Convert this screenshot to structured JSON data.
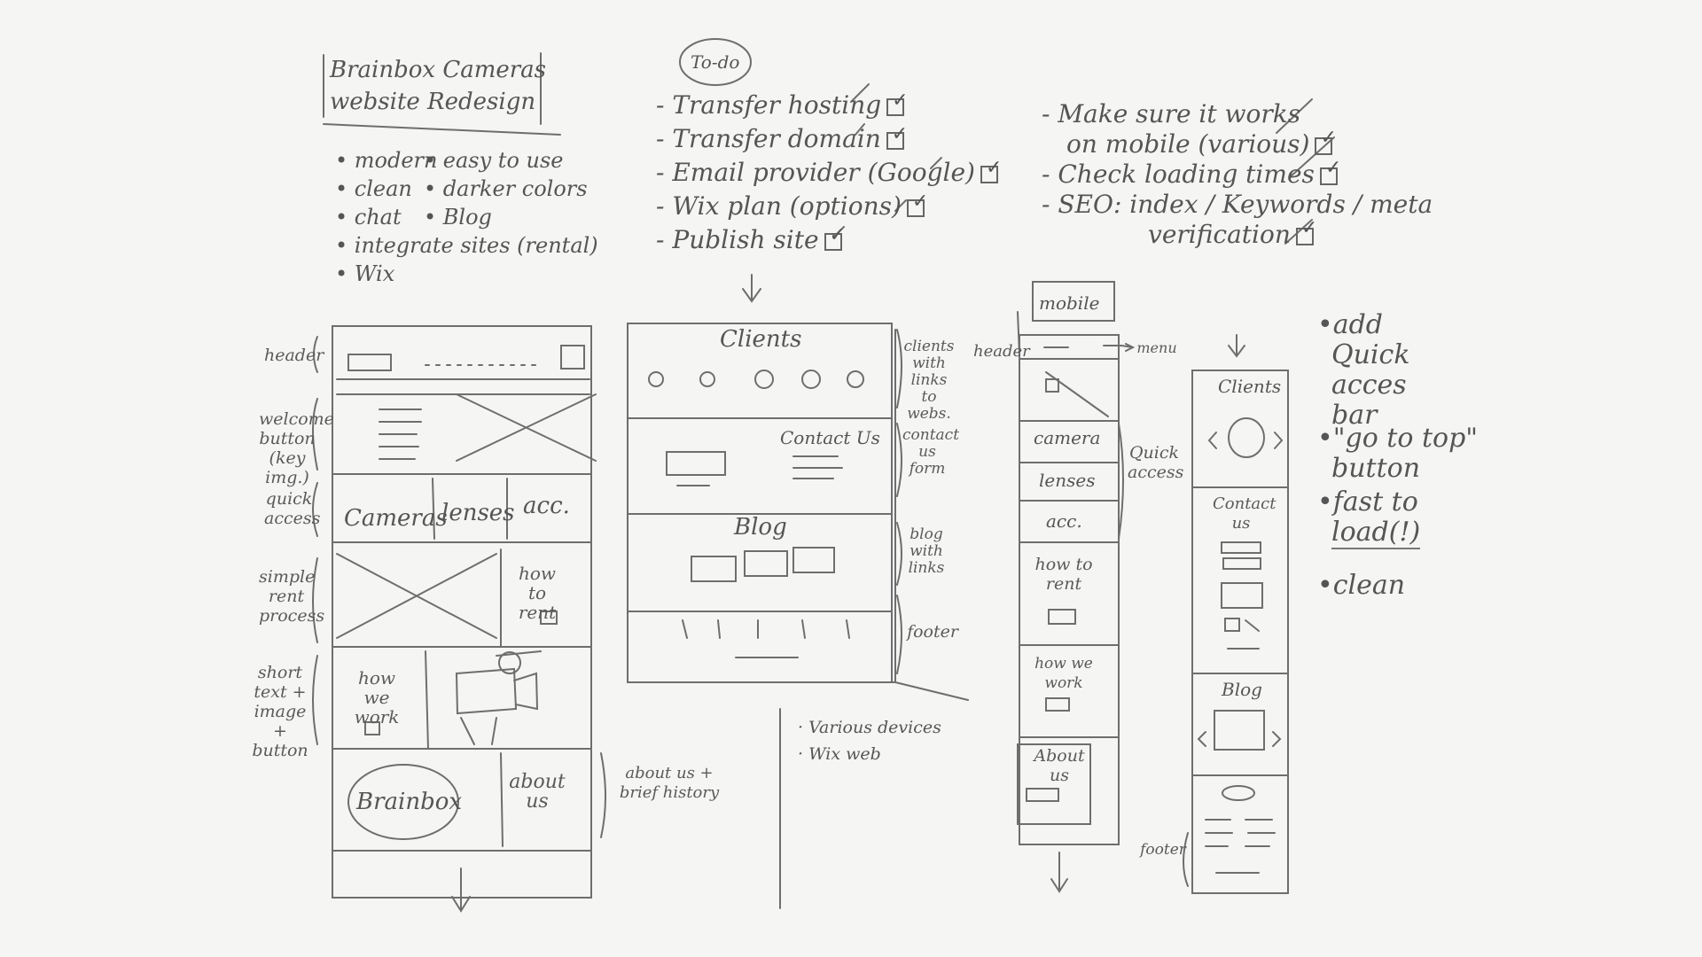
{
  "title_box": {
    "line1": "Brainbox Cameras",
    "line2": "website Redesign"
  },
  "goals": {
    "col1": [
      "• modern",
      "• clean",
      "• chat",
      "• integrate sites (rental)",
      "• Wix"
    ],
    "col2": [
      "• easy to use",
      "• darker colors",
      "• Blog"
    ]
  },
  "todo": {
    "heading": "To-do",
    "items": [
      "- Transfer hosting",
      "- Transfer domain",
      "- Email provider (Google)",
      "- Wix plan (options)",
      "- Publish site"
    ]
  },
  "checks_list": {
    "items": [
      "- Make sure it works",
      "on mobile (various)",
      "- Check loading times",
      "- SEO: index / Keywords / meta",
      "verification"
    ]
  },
  "desktop_wireframe": {
    "side_labels": [
      "header",
      "welcome button (key img.)",
      "quick access",
      "simple rent process",
      "short text + image + button"
    ],
    "quick_access": [
      "Cameras",
      "lenses",
      "acc."
    ],
    "how_to_rent": "how to rent",
    "how_we_work": "how we work",
    "logo_text": "Brainbox",
    "about_us": "about us",
    "about_note": "about us + brief history"
  },
  "desktop_wireframe_2": {
    "clients": "Clients",
    "clients_note": "clients with links to webs.",
    "contact_us": "Contact Us",
    "contact_note": "contact us form",
    "blog": "Blog",
    "blog_note": "blog with links",
    "footer_note": "footer",
    "bottom_notes": [
      "· Various devices",
      "· Wix web"
    ]
  },
  "mobile_wireframe": {
    "label": "mobile",
    "header_label": "header",
    "menu_label": "menu",
    "quick_items": [
      "camera",
      "lenses",
      "acc."
    ],
    "quick_label": "Quick access",
    "how_to_rent": "how to rent",
    "how_we_work": "how we work",
    "about_us": "About us"
  },
  "mobile_wireframe_2": {
    "clients": "Clients",
    "contact_us": "Contact us",
    "blog": "Blog",
    "footer_label": "footer"
  },
  "side_notes": {
    "item1": [
      "•add",
      "Quick",
      "acces",
      "bar"
    ],
    "item2": [
      "•\"go to top\"",
      "button"
    ],
    "item3": [
      "•fast to",
      "load(!)"
    ],
    "item4": "•clean"
  }
}
